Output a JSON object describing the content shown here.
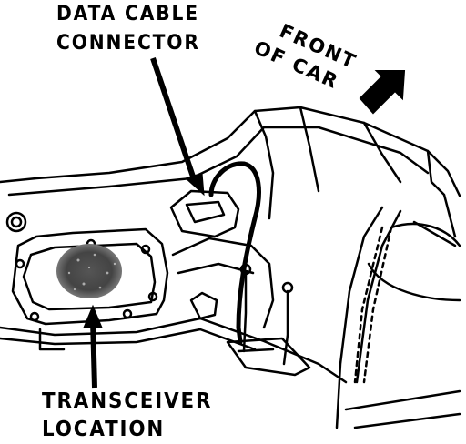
{
  "labels": {
    "data_cable_connector": [
      "DATA CABLE",
      "CONNECTOR"
    ],
    "front_of_car": [
      "FRONT",
      "OF CAR"
    ],
    "transceiver_location": [
      "TRANSCEIVER",
      "LOCATION"
    ]
  },
  "colors": {
    "ink": "#000000",
    "paper": "#ffffff"
  }
}
